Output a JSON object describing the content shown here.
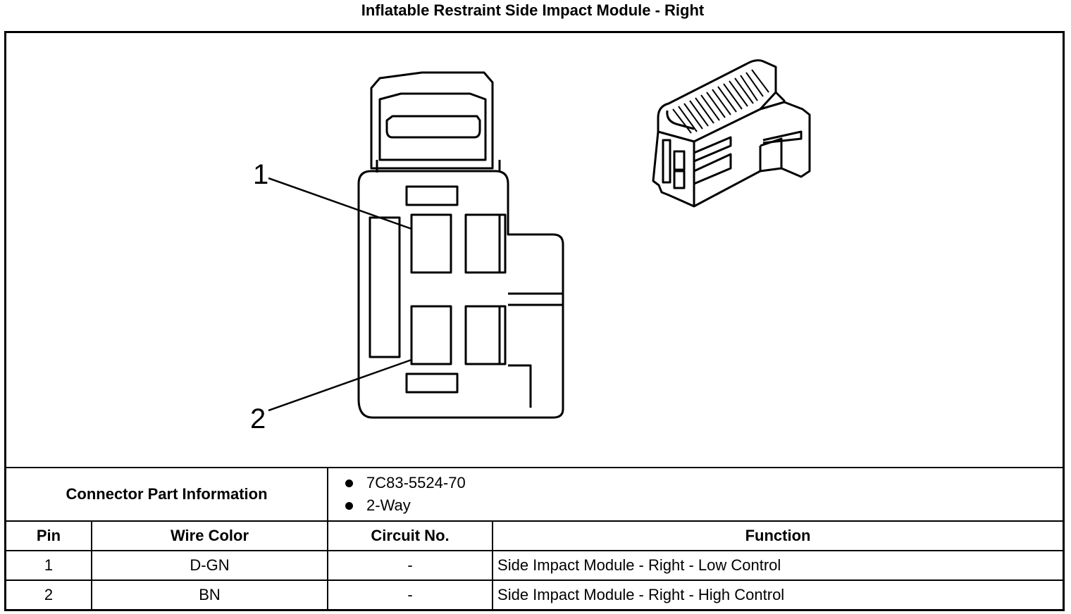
{
  "page": {
    "title": "Inflatable Restraint Side Impact Module - Right"
  },
  "diagram": {
    "pin_callouts": [
      "1",
      "2"
    ]
  },
  "connector_info": {
    "label": "Connector Part Information",
    "items": [
      "7C83-5524-70",
      "2-Way"
    ]
  },
  "pin_table": {
    "headers": [
      "Pin",
      "Wire Color",
      "Circuit No.",
      "Function"
    ],
    "rows": [
      [
        "1",
        "D-GN",
        "-",
        "Side Impact Module - Right - Low Control"
      ],
      [
        "2",
        "BN",
        "-",
        "Side Impact Module - Right - High Control"
      ]
    ]
  }
}
